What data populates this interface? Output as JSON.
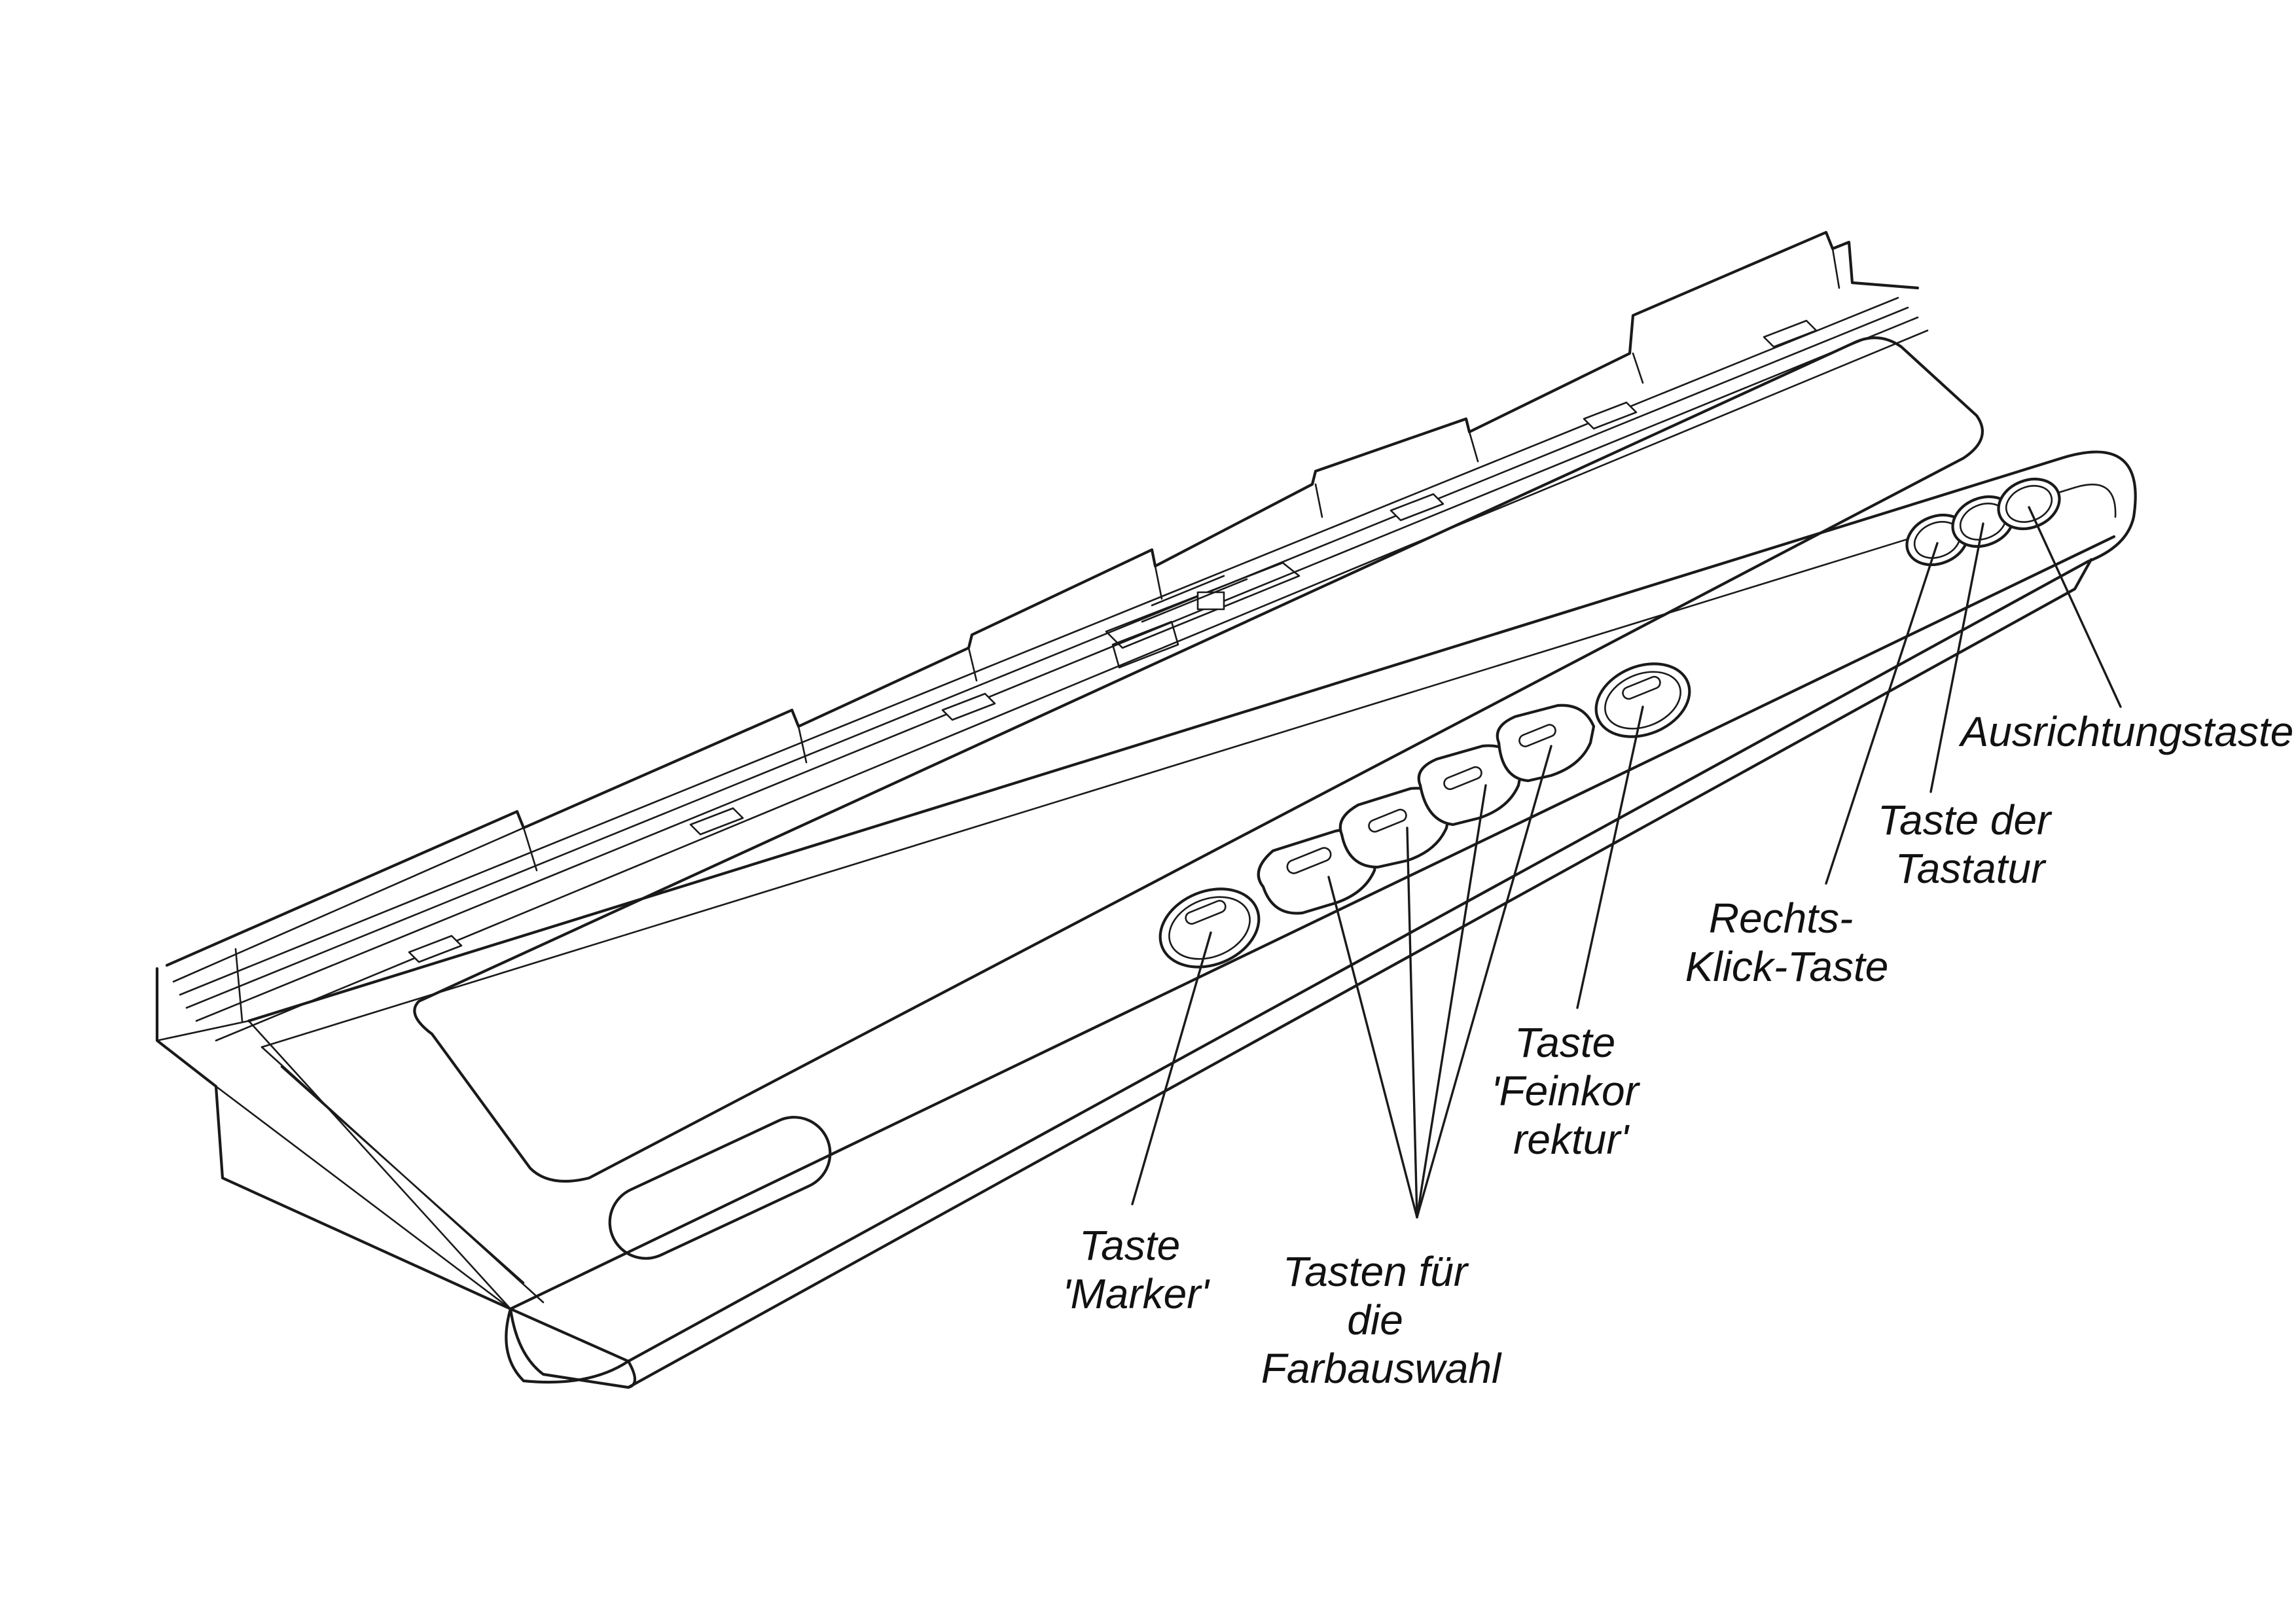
{
  "labels": {
    "ausrichtungstaste": [
      "Ausrichtungstaste"
    ],
    "taste_der_tastatur": [
      "Taste der",
      "Tastatur"
    ],
    "rechtsklick": [
      "Rechts-",
      "Klick-Taste"
    ],
    "feinkorrektur": [
      "Taste",
      "'Feinkor",
      "rektur'"
    ],
    "marker": [
      "Taste",
      "'Marker'"
    ],
    "farbauswahl": [
      "Tasten für",
      "die",
      "Farbauswahl"
    ]
  }
}
